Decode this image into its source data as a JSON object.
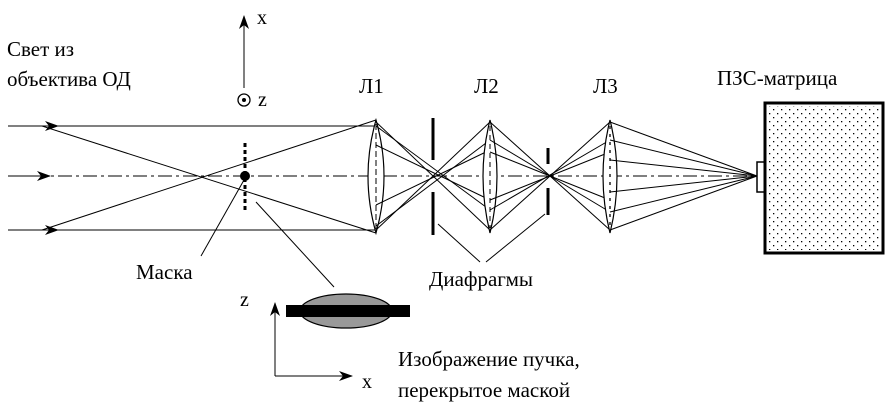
{
  "labels": {
    "source_line1": "Свет из",
    "source_line2": "объектива ОД",
    "lens1": "Л1",
    "lens2": "Л2",
    "lens3": "Л3",
    "ccd": "ПЗС-матрица",
    "mask": "Маска",
    "apertures": "Диафрагмы",
    "image_line1": "Изображение пучка,",
    "image_line2": "перекрытое маской"
  },
  "axes_top": {
    "x": "x",
    "z": "z"
  },
  "axes_bottom": {
    "z": "z",
    "x": "x"
  },
  "colors": {
    "ink": "#000000",
    "beam_spot": "#999999",
    "background": "#ffffff"
  }
}
